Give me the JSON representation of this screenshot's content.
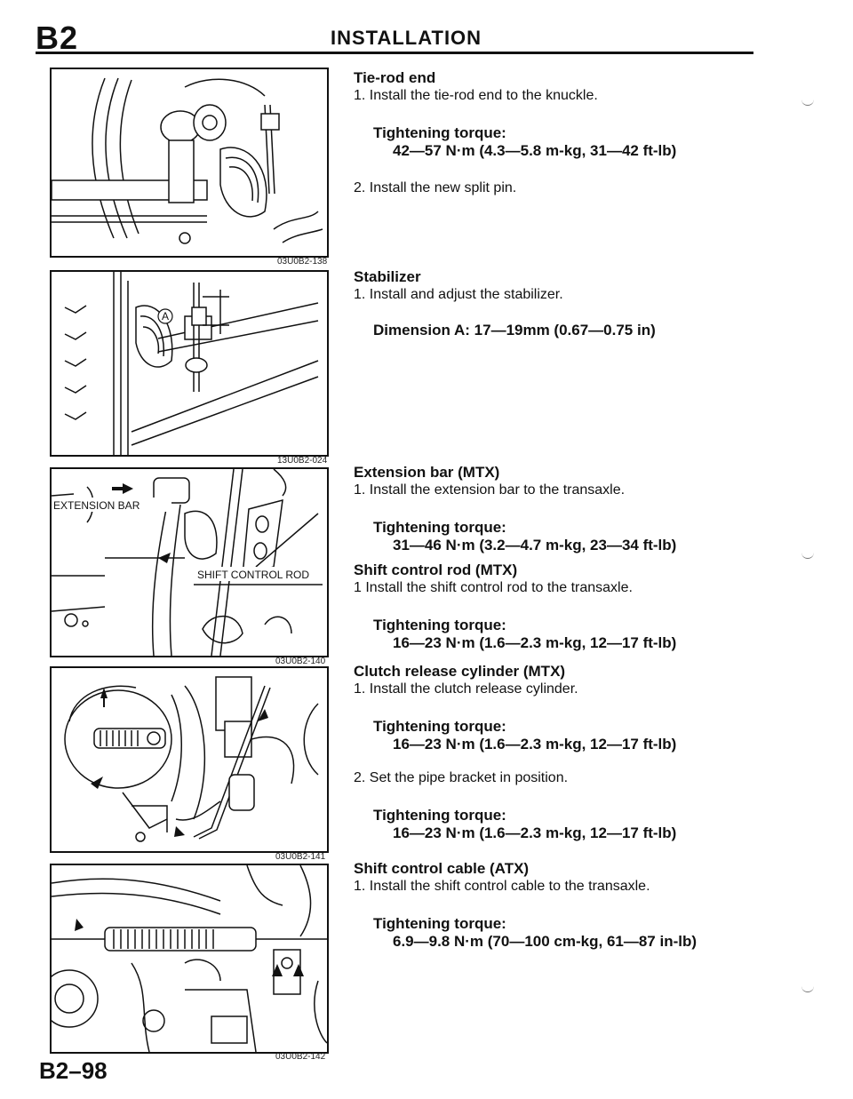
{
  "header": {
    "section_code": "B2",
    "title": "INSTALLATION",
    "page_number": "B2–98"
  },
  "figures": [
    {
      "code": "03U0B2-138"
    },
    {
      "code": "13U0B2-024",
      "label": "A"
    },
    {
      "code": "03U0B2-140",
      "labels": [
        "EXTENSION BAR",
        "SHIFT CONTROL ROD"
      ]
    },
    {
      "code": "03U0B2-141"
    },
    {
      "code": "03U0B2-142"
    }
  ],
  "sections": {
    "tie_rod_end": {
      "title": "Tie-rod end",
      "step1": "1. Install the tie-rod end to the knuckle.",
      "torque_label": "Tightening torque:",
      "torque_value": "42—57 N·m (4.3—5.8 m-kg, 31—42 ft-lb)",
      "step2": "2. Install the new split pin."
    },
    "stabilizer": {
      "title": "Stabilizer",
      "step1": "1. Install and adjust the stabilizer.",
      "dimension": "Dimension A: 17—19mm (0.67—0.75 in)"
    },
    "extension_bar": {
      "title": "Extension bar (MTX)",
      "step1": "1. Install the extension bar to the transaxle.",
      "torque_label": "Tightening torque:",
      "torque_value": "31—46 N·m (3.2—4.7 m-kg, 23—34 ft-lb)"
    },
    "shift_control_rod": {
      "title": "Shift control rod (MTX)",
      "step1": "1 Install the shift control rod to the transaxle.",
      "torque_label": "Tightening torque:",
      "torque_value": "16—23 N·m (1.6—2.3 m-kg, 12—17 ft-lb)"
    },
    "clutch_release_cylinder": {
      "title": "Clutch release cylinder (MTX)",
      "step1": "1. Install the clutch release cylinder.",
      "torque_label": "Tightening torque:",
      "torque_value": "16—23 N·m (1.6—2.3 m-kg, 12—17 ft-lb)",
      "step2": "2. Set the pipe bracket in position.",
      "torque2_label": "Tightening torque:",
      "torque2_value": "16—23 N·m (1.6—2.3 m-kg, 12—17 ft-lb)"
    },
    "shift_control_cable": {
      "title": "Shift control cable (ATX)",
      "step1": "1. Install the shift control cable to the transaxle.",
      "torque_label": "Tightening torque:",
      "torque_value": "6.9—9.8 N·m (70—100 cm-kg, 61—87 in-lb)"
    }
  }
}
